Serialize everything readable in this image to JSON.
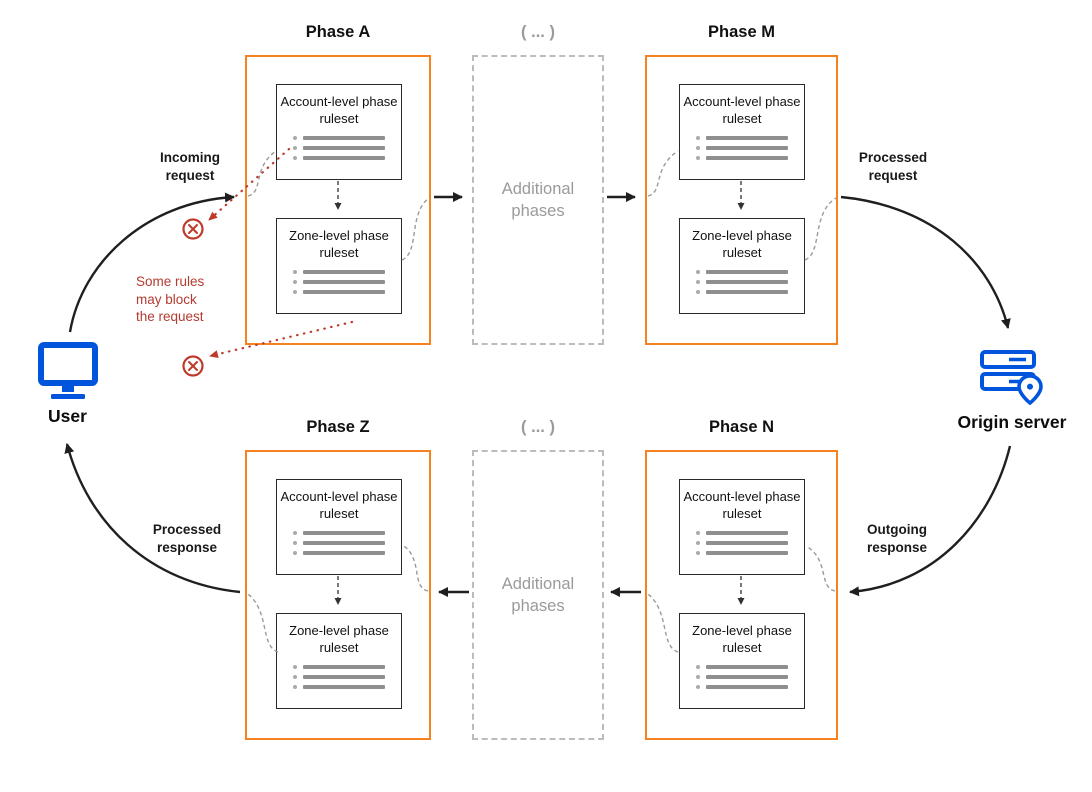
{
  "colors": {
    "phase_border_orange": "#f6821f",
    "node_blue": "#0055dc",
    "warning_red": "#b53a30",
    "muted_gray": "#9a9a9a"
  },
  "nodes": {
    "user": {
      "label": "User"
    },
    "origin": {
      "label": "Origin server"
    }
  },
  "edge_labels": {
    "incoming_request": "Incoming request",
    "processed_request": "Processed request",
    "outgoing_response": "Outgoing response",
    "processed_response": "Processed response",
    "block_warning": "Some rules may block the request"
  },
  "phases": [
    {
      "title": "Phase A",
      "account_ruleset": "Account-level phase ruleset",
      "zone_ruleset": "Zone-level phase ruleset"
    },
    {
      "title": "Phase M",
      "account_ruleset": "Account-level phase ruleset",
      "zone_ruleset": "Zone-level phase ruleset"
    },
    {
      "title": "Phase Z",
      "account_ruleset": "Account-level phase ruleset",
      "zone_ruleset": "Zone-level phase ruleset"
    },
    {
      "title": "Phase N",
      "account_ruleset": "Account-level phase ruleset",
      "zone_ruleset": "Zone-level phase ruleset"
    }
  ],
  "additional_phases": [
    {
      "header": "( ... )",
      "label": "Additional phases"
    },
    {
      "header": "( ... )",
      "label": "Additional phases"
    }
  ]
}
